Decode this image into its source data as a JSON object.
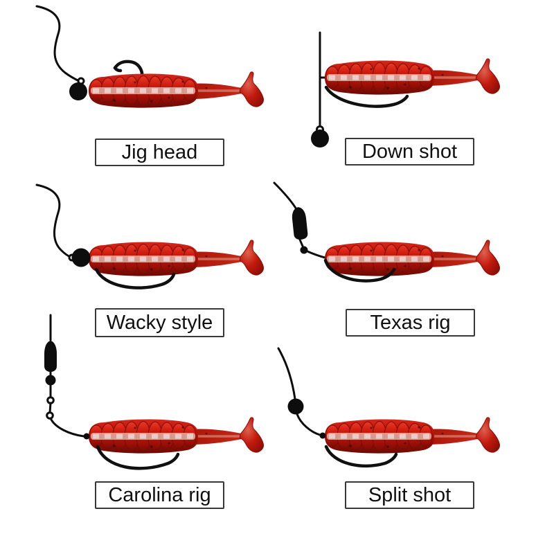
{
  "figure": {
    "background_color": "#ffffff",
    "layout": "2x3 grid of fishing rig illustrations, each with a labeled box below"
  },
  "colors": {
    "lure_red_bright": "#d2281a",
    "lure_red_mid": "#c01408",
    "lure_red_dark": "#6b0a04",
    "lure_stripe_highlight": "#e8cfc0",
    "hardware_black": "#0d0d0d",
    "label_border": "#373737",
    "label_text": "#101010",
    "label_background": "#ffffff"
  },
  "rigs": [
    {
      "id": "jig-head",
      "label": "Jig head",
      "icons": [
        "fishing-line-icon",
        "line-tie-ring-icon",
        "round-jig-head-weight-icon",
        "hook-icon",
        "paddle-tail-lure-icon"
      ]
    },
    {
      "id": "down-shot",
      "label": "Down shot",
      "icons": [
        "fishing-line-icon",
        "hook-icon",
        "drop-weight-ring-icon",
        "round-drop-weight-icon",
        "paddle-tail-lure-icon"
      ]
    },
    {
      "id": "wacky-style",
      "label": "Wacky style",
      "icons": [
        "fishing-line-icon",
        "line-tie-ring-icon",
        "round-weight-icon",
        "hook-icon",
        "paddle-tail-lure-icon"
      ]
    },
    {
      "id": "texas-rig",
      "label": "Texas rig",
      "icons": [
        "fishing-line-icon",
        "bullet-weight-icon",
        "bead-icon",
        "hook-icon",
        "paddle-tail-lure-icon"
      ]
    },
    {
      "id": "carolina-rig",
      "label": "Carolina rig",
      "icons": [
        "fishing-line-icon",
        "bullet-weight-icon",
        "bead-icon",
        "swivel-icon",
        "hook-icon",
        "paddle-tail-lure-icon"
      ]
    },
    {
      "id": "split-shot",
      "label": "Split shot",
      "icons": [
        "fishing-line-icon",
        "split-shot-weight-icon",
        "hook-icon",
        "paddle-tail-lure-icon"
      ]
    }
  ]
}
